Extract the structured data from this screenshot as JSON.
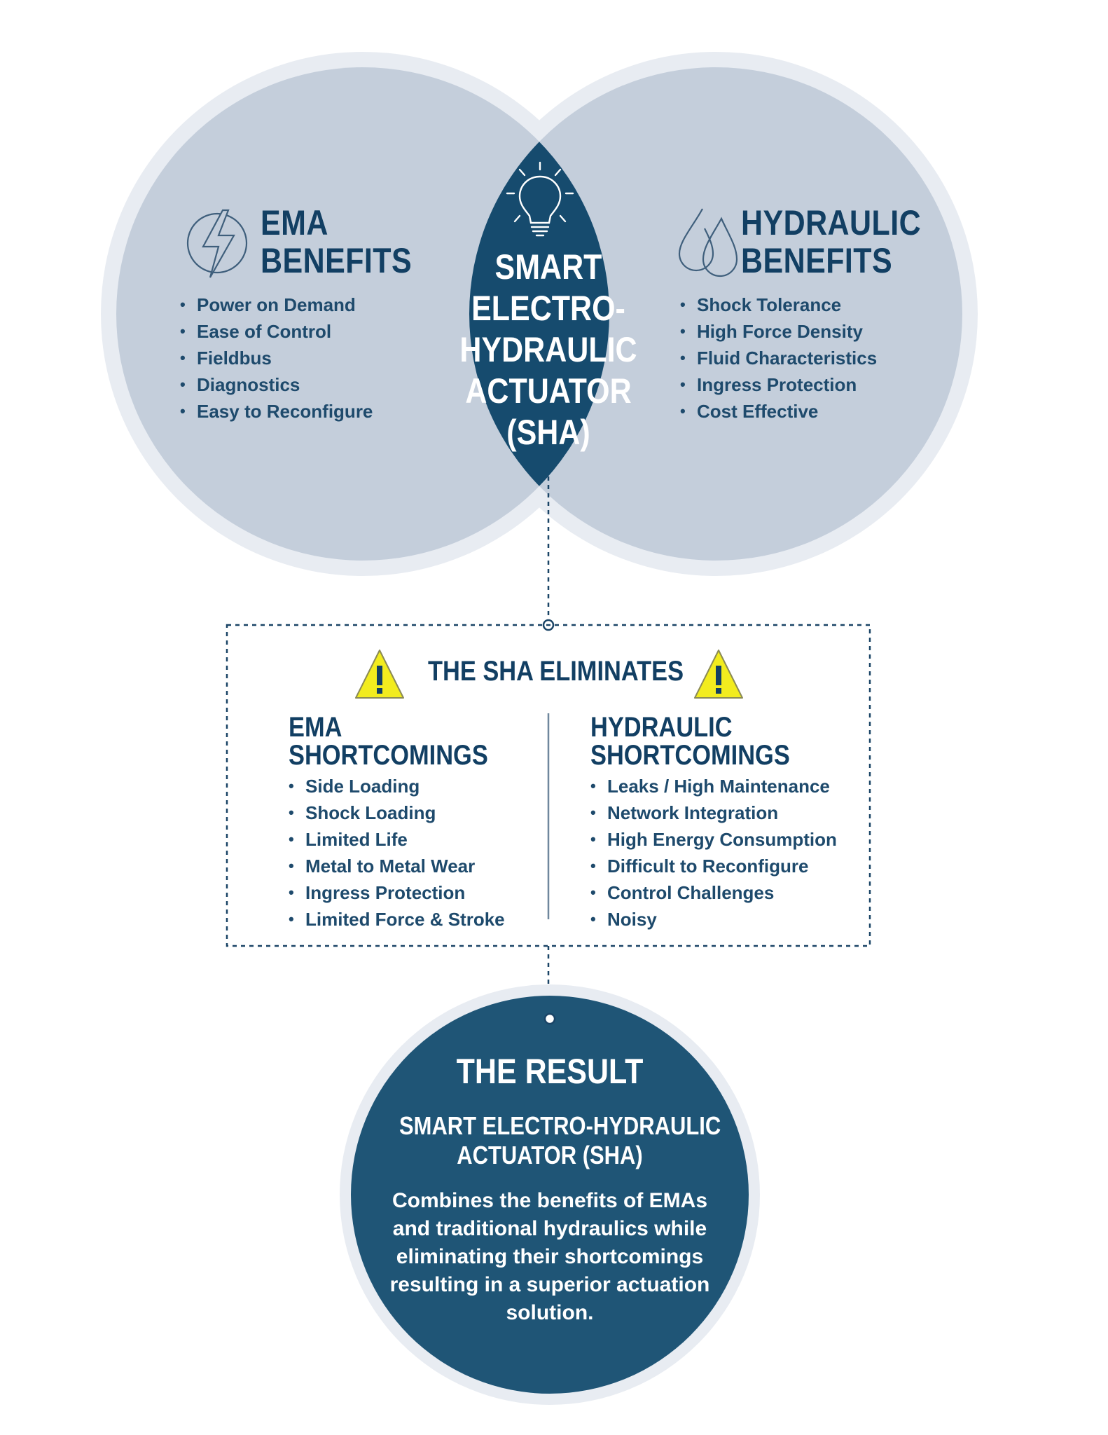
{
  "colors": {
    "circle_fill": "#c4cedb",
    "circle_ring": "#e8ecf2",
    "center_fill": "#164b6e",
    "result_fill": "#1f5576",
    "heading": "#123f63",
    "text": "#1e4a6c",
    "warning": "#f2ec1e"
  },
  "ema_benefits": {
    "title_line1": "EMA",
    "title_line2": "BENEFITS",
    "icon": "lightning-bolt-icon",
    "items": [
      "Power on Demand",
      "Ease of Control",
      "Fieldbus",
      "Diagnostics",
      "Easy to Reconfigure"
    ]
  },
  "hydraulic_benefits": {
    "title_line1": "HYDRAULIC",
    "title_line2": "BENEFITS",
    "icon": "droplets-icon",
    "items": [
      "Shock Tolerance",
      "High Force Density",
      "Fluid Characteristics",
      "Ingress Protection",
      "Cost Effective"
    ]
  },
  "center": {
    "icon": "lightbulb-icon",
    "lines": [
      "SMART",
      "ELECTRO-",
      "HYDRAULIC",
      "ACTUATOR",
      "(SHA)"
    ]
  },
  "eliminates": {
    "title": "THE SHA ELIMINATES",
    "icon": "warning-icon",
    "ema": {
      "title_line1": "EMA",
      "title_line2": "SHORTCOMINGS",
      "items": [
        "Side Loading",
        "Shock Loading",
        "Limited Life",
        "Metal to Metal Wear",
        "Ingress Protection",
        "Limited Force & Stroke"
      ]
    },
    "hydraulic": {
      "title_line1": "HYDRAULIC",
      "title_line2": "SHORTCOMINGS",
      "items": [
        "Leaks / High Maintenance",
        "Network Integration",
        "High Energy Consumption",
        "Difficult to Reconfigure",
        "Control Challenges",
        "Noisy"
      ]
    }
  },
  "result": {
    "title": "THE RESULT",
    "subtitle_line1": "SMART ELECTRO-HYDRAULIC",
    "subtitle_line2": "ACTUATOR (SHA)",
    "description": "Combines the benefits of EMAs and traditional hydraulics while eliminating their shortcomings resulting in a superior actuation solution."
  }
}
